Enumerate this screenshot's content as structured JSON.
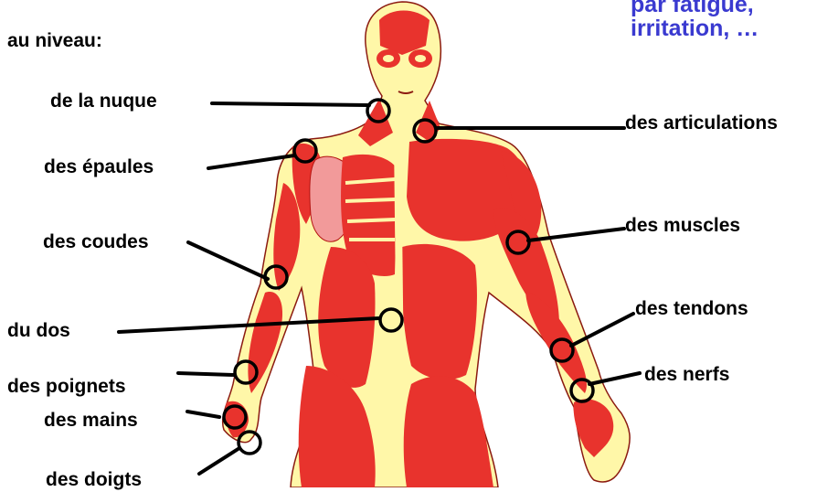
{
  "heading": "au niveau:",
  "corner_text": {
    "line1": "par fatigue,",
    "line2": "irritation, …"
  },
  "labels": {
    "nuque": "de la nuque",
    "epaules": "des épaules",
    "coudes": "des coudes",
    "dos": "du dos",
    "poignets": "des poignets",
    "mains": "des mains",
    "doigts": "des doigts",
    "articulations": "des articulations",
    "muscles": "des muscles",
    "tendons": "des tendons",
    "nerfs": "des nerfs"
  },
  "colors": {
    "muscle": "#e8332d",
    "muscle_dark": "#b3120f",
    "tissue": "#fff7a8",
    "organ_pink": "#f29a9a",
    "corner_text": "#3a3ad0",
    "line": "#000000"
  }
}
